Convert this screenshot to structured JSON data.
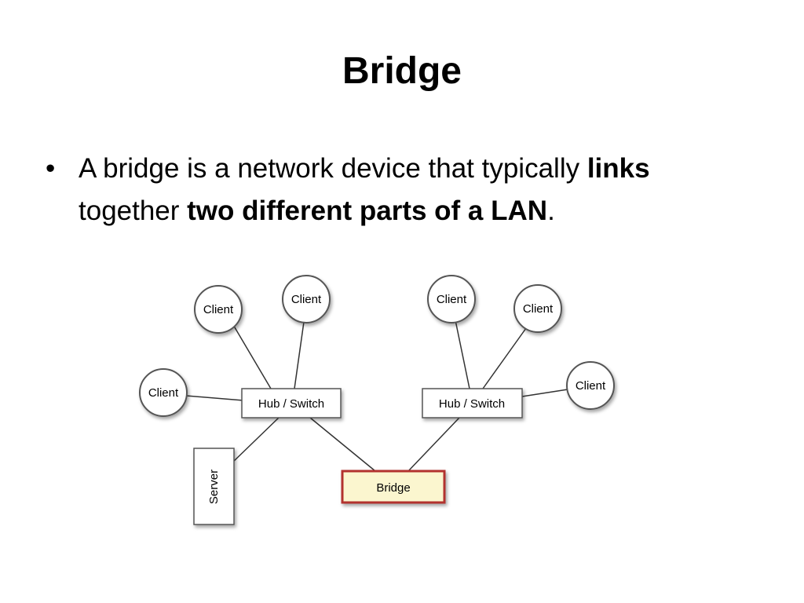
{
  "slide": {
    "title": "Bridge",
    "bullet": {
      "marker": "•",
      "part1": "A bridge is a network device that typically ",
      "links_bold": "links",
      "part2": " together ",
      "parts_bold": "two different parts of a LAN",
      "part3": "."
    }
  },
  "diagram": {
    "client_label": "Client",
    "hub_label": "Hub / Switch",
    "bridge_label": "Bridge",
    "server_label": "Server",
    "colors": {
      "bridge_fill": "#fbf6cf",
      "bridge_border": "#b3312d",
      "node_stroke": "#555555",
      "edge_stroke": "#333333"
    }
  }
}
